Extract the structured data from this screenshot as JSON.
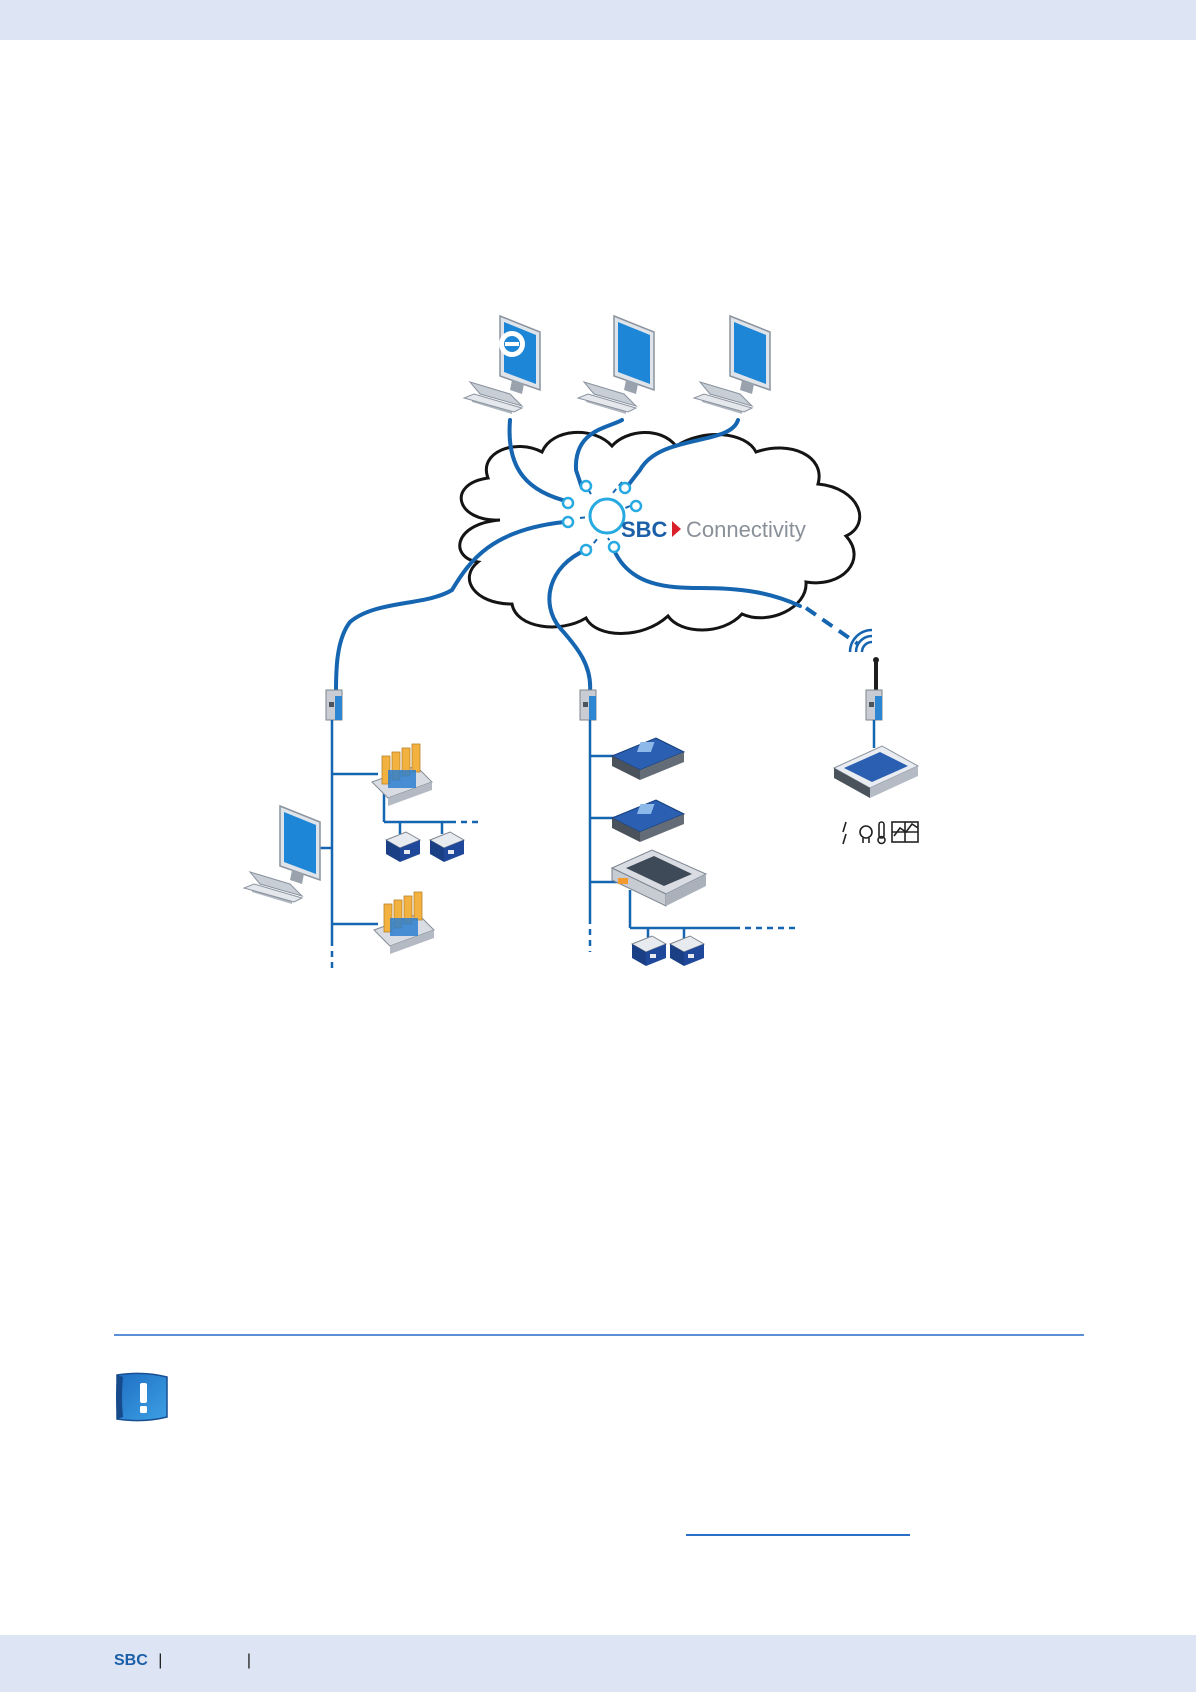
{
  "diagram": {
    "cloud_brand": "SBC",
    "cloud_label": "Connectivity"
  },
  "footer": {
    "brand": "SBC",
    "separator": "|"
  },
  "colors": {
    "band": "#dde4f3",
    "line_blue": "#1565b0",
    "accent_red": "#d9202a",
    "rule_blue": "#5b8fd8"
  },
  "icons": [
    "info-exclamation-icon",
    "computer-icon",
    "browser-icon",
    "switch-icon",
    "plc-icon",
    "io-module-icon",
    "panel-icon",
    "wifi-icon",
    "sensor-icons"
  ]
}
